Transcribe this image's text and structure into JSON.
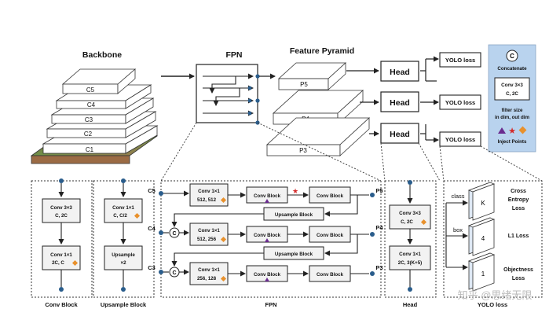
{
  "titles": {
    "backbone": "Backbone",
    "fpn": "FPN",
    "feature_pyramid": "Feature Pyramid"
  },
  "backbone_layers": [
    "C1",
    "C2",
    "C3",
    "C4",
    "C5"
  ],
  "pyramid_layers": [
    "P5",
    "P4",
    "P3"
  ],
  "head_label": "Head",
  "yolo_loss_label": "YOLO loss",
  "legend": {
    "concat_symbol": "C",
    "concat_label": "Concatenate",
    "conv_line1": "Conv 3×3",
    "conv_line2": "C, 2C",
    "filter_line1": "filter size",
    "filter_line2": "in dim, out dim",
    "inject_label": "Inject Points",
    "color": "#b9d3ee"
  },
  "conv_block": {
    "box1_line1": "Conv 3×3",
    "box1_line2": "C, 2C",
    "box2_line1": "Conv 1×1",
    "box2_line2": "2C, C",
    "caption": "Conv Block"
  },
  "upsample_block": {
    "box1_line1": "Conv 1×1",
    "box1_line2": "C, C/2",
    "box2_line1": "Upsample",
    "box2_line2": "×2",
    "caption": "Upsample Block"
  },
  "fpn_detail": {
    "inputs": [
      "C5",
      "C4",
      "C3"
    ],
    "outputs": [
      "P5",
      "P4",
      "P3"
    ],
    "concat_symbol": "C",
    "rows": [
      {
        "conv_line1": "Conv 1×1",
        "conv_line2": "512, 512"
      },
      {
        "conv_line1": "Conv 1×1",
        "conv_line2": "512, 256"
      },
      {
        "conv_line1": "Conv 1×1",
        "conv_line2": "256, 128"
      }
    ],
    "conv_block_label": "Conv Block",
    "upsample_label": "Upsample Block",
    "caption": "FPN"
  },
  "head_detail": {
    "box1_line1": "Conv 3×3",
    "box1_line2": "C, 2C",
    "box2_line1": "Conv 1×1",
    "box2_line2": "2C, 3(K+5)",
    "caption": "Head"
  },
  "yolo_detail": {
    "class_label": "class",
    "box_label": "box",
    "layers": [
      "K",
      "4",
      "1"
    ],
    "losses": [
      {
        "line1": "Cross",
        "line2": "Entropy",
        "line3": "Loss"
      },
      {
        "line1": "L1 Loss",
        "line2": "",
        "line3": ""
      },
      {
        "line1": "Objectness",
        "line2": "Loss",
        "line3": ""
      }
    ],
    "caption": "YOLO loss"
  },
  "watermark": "知乎 @思绪无限",
  "colors": {
    "accent_orange": "#e8912d",
    "inject_purple": "#6a2c8f",
    "inject_star": "#d42a2a",
    "node_blue": "#2a5d8c",
    "box_fill": "#f2f2f2"
  }
}
